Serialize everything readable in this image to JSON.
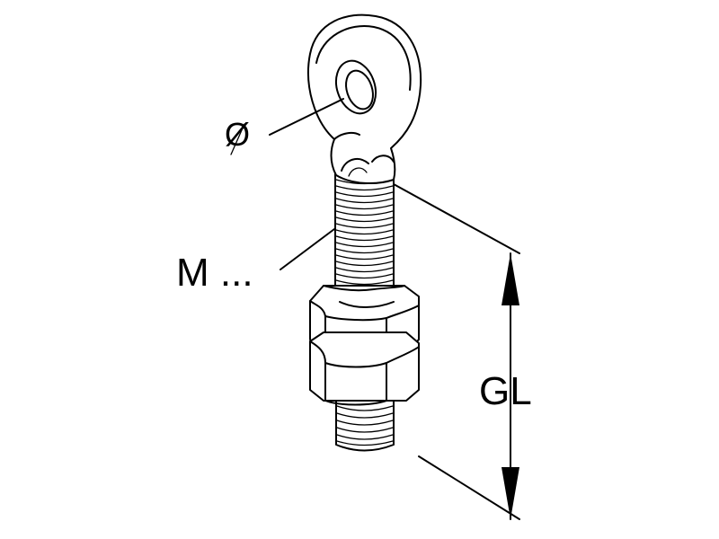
{
  "labels": {
    "diameter": "Ø",
    "thread": "M ...",
    "length": "GL"
  },
  "colors": {
    "line": "#000000",
    "background": "#ffffff"
  }
}
